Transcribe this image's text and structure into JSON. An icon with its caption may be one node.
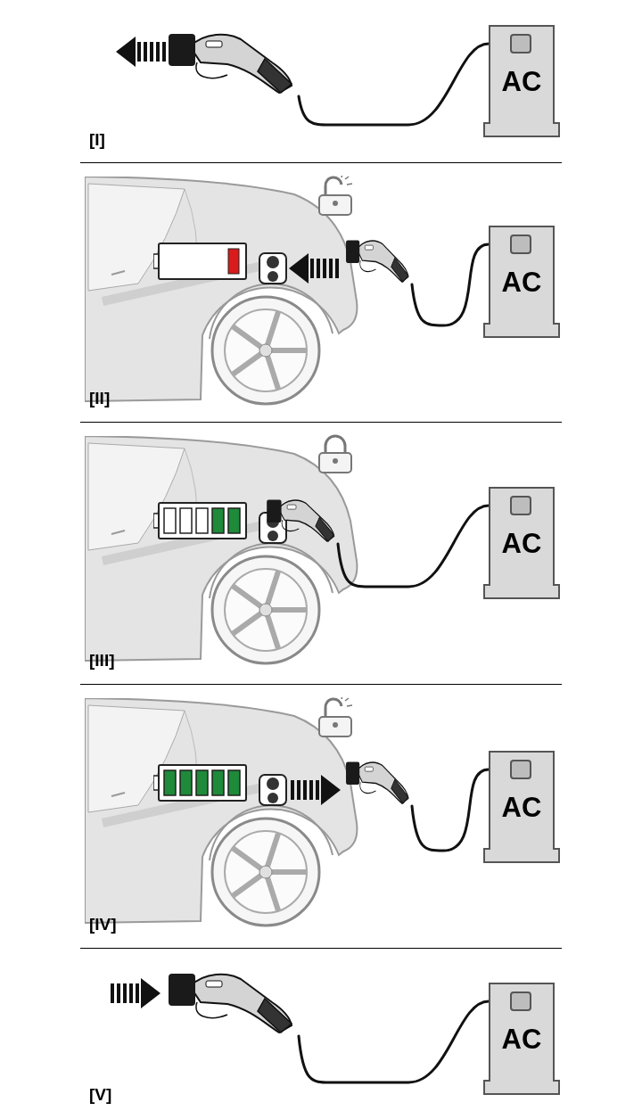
{
  "diagram": {
    "nodes": [
      {
        "text": [],
        "shape": "picture"
      },
      {
        "text": [
          "AC"
        ]
      },
      {
        "text": [],
        "shape": "picture"
      },
      {
        "text": [
          "AC"
        ]
      },
      {
        "text": [],
        "shape": "picture"
      },
      {
        "text": [
          "AC"
        ]
      },
      {
        "text": [],
        "shape": "picture"
      },
      {
        "text": [
          "AC"
        ]
      },
      {
        "text": [],
        "shape": "picture"
      },
      {
        "text": [
          "AC"
        ]
      }
    ],
    "edges": [
      {
        "from": 0,
        "to": 1,
        "arrow": "none"
      },
      {
        "from": 2,
        "to": 3,
        "arrow": "none"
      },
      {
        "from": 4,
        "to": 5,
        "arrow": "none"
      },
      {
        "from": 6,
        "to": 7,
        "arrow": "none"
      },
      {
        "from": 8,
        "to": 9,
        "arrow": "none"
      }
    ],
    "labels": [
      "[I]",
      "[II]",
      "[III]",
      "[IV]",
      "[V]"
    ]
  }
}
